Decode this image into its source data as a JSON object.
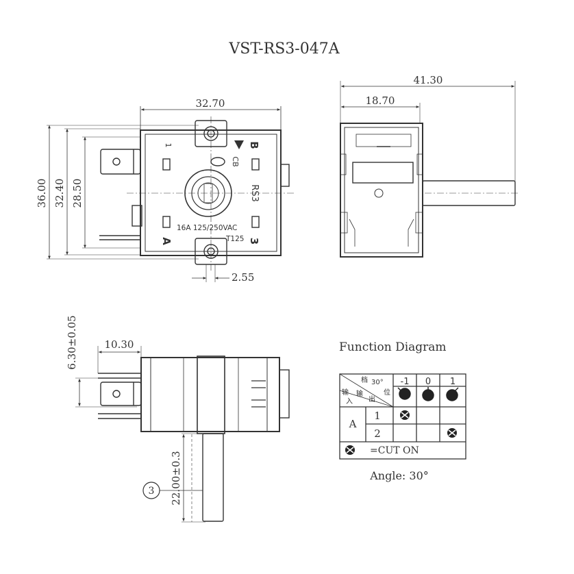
{
  "title": "VST-RS3-047A",
  "dimensions": {
    "top_width": "32.70",
    "left_outer": "36.00",
    "left_mid": "32.40",
    "left_inner": "28.50",
    "tab_width": "2.55",
    "side_total": "41.30",
    "side_body": "18.70",
    "bottom_terminal": "10.30",
    "bottom_height": "6.30±0.05",
    "shaft_length": "22.00±0.3",
    "note_circle": "3"
  },
  "front_labels": {
    "rs3": "RS3",
    "rating": "16A  125/250VAC",
    "temp": "T125",
    "term_b": "B",
    "term_a": "A",
    "term_3": "3",
    "cb": "CB",
    "mark_1": "1"
  },
  "function_diagram": {
    "title": "Function Diagram",
    "header_angle": "30°",
    "header_pos_glyph": "档",
    "header_pos_label": "位",
    "header_in1": "输",
    "header_in2": "入",
    "header_out1": "输",
    "header_out2": "出",
    "positions": [
      "-1",
      "0",
      "1"
    ],
    "input": "A",
    "outputs": [
      "1",
      "2"
    ],
    "legend": "=CUT ON",
    "angle": "Angle: 30°"
  }
}
